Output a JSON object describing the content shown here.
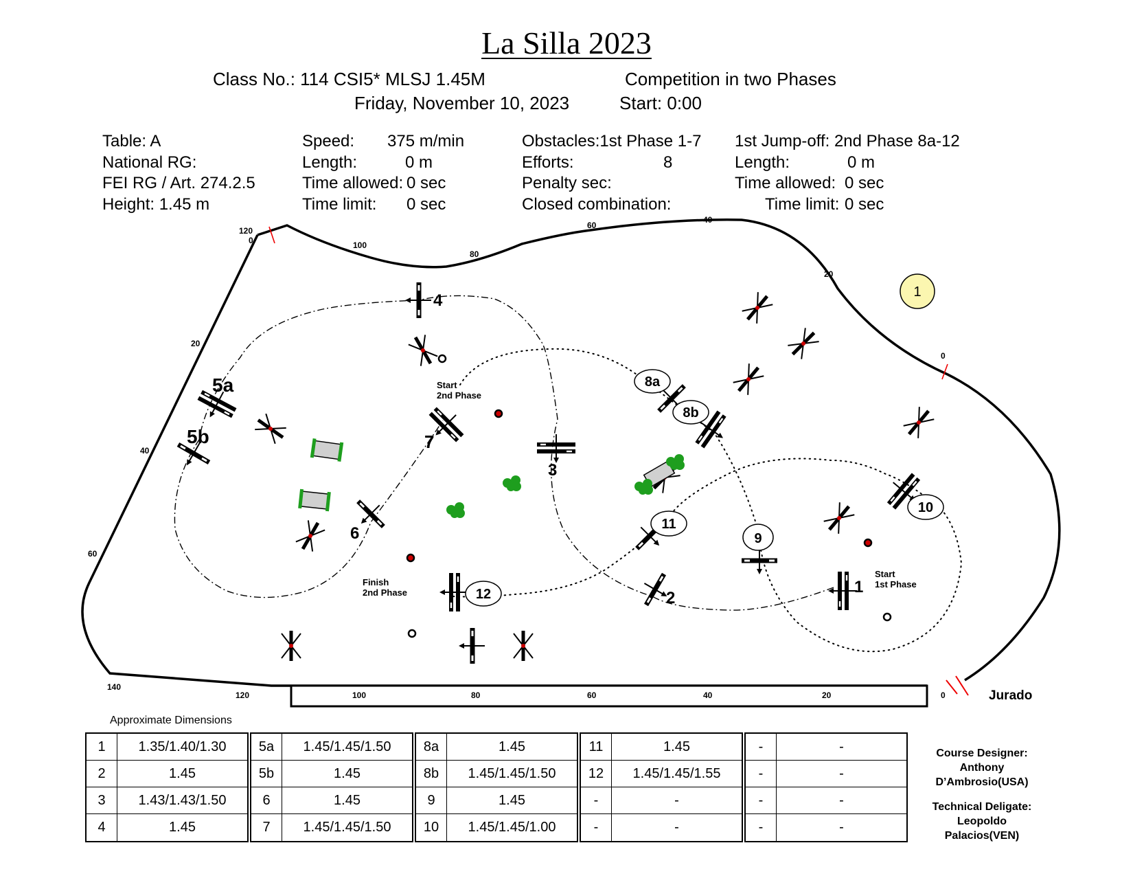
{
  "title": "La Silla 2023",
  "header": {
    "class_line": "Class No.: 114  CSI5* MLSJ 1.45M",
    "competition": "Competition in two Phases",
    "date": "Friday, November 10, 2023",
    "start": "Start: 0:00"
  },
  "info": {
    "col1": [
      "Table: A",
      "National RG:",
      "FEI RG / Art. 274.2.5",
      "Height: 1.45 m"
    ],
    "col2": [
      {
        "label": "Speed:",
        "value": "375 m/min"
      },
      {
        "label": "Length:",
        "value": "0 m"
      },
      {
        "label": "Time allowed:",
        "value": "0 sec"
      },
      {
        "label": "Time limit:",
        "value": "0 sec"
      }
    ],
    "col3": [
      {
        "label": "Obstacles:1st Phase 1-7",
        "value": ""
      },
      {
        "label": "Efforts:",
        "value": "8"
      },
      {
        "label": "Penalty sec:",
        "value": ""
      },
      {
        "label": "Closed combination:",
        "value": ""
      }
    ],
    "col4": [
      {
        "label": "1st Jump-off: 2nd Phase 8a-12",
        "value": ""
      },
      {
        "label": "Length:",
        "value": "0 m"
      },
      {
        "label": "Time allowed:",
        "value": "0 sec"
      },
      {
        "label": "Time limit:",
        "value": "0 sec"
      }
    ]
  },
  "map": {
    "top_scale": [
      "120",
      "0",
      "100",
      "80",
      "60",
      "40",
      "20",
      "0"
    ],
    "left_scale": [
      "20",
      "40",
      "60"
    ],
    "bottom_scale": [
      "140",
      "120",
      "100",
      "80",
      "60",
      "40",
      "20",
      "0"
    ],
    "jury": "Jurado",
    "marker": "1",
    "obstacle_labels": [
      "1",
      "2",
      "3",
      "4",
      "5a",
      "5b",
      "6",
      "7"
    ],
    "circled_labels": [
      "8a",
      "8b",
      "9",
      "10",
      "11",
      "12"
    ],
    "start1": [
      "Start",
      "1st Phase"
    ],
    "start2": [
      "Start",
      "2nd Phase"
    ],
    "finish2": [
      "Finish",
      "2nd Phase"
    ]
  },
  "dimensions_label": "Approximate Dimensions",
  "dimensions": [
    [
      [
        "1",
        "1.35/1.40/1.30"
      ],
      [
        "2",
        "1.45"
      ],
      [
        "3",
        "1.43/1.43/1.50"
      ],
      [
        "4",
        "1.45"
      ]
    ],
    [
      [
        "5a",
        "1.45/1.45/1.50"
      ],
      [
        "5b",
        "1.45"
      ],
      [
        "6",
        "1.45"
      ],
      [
        "7",
        "1.45/1.45/1.50"
      ]
    ],
    [
      [
        "8a",
        "1.45"
      ],
      [
        "8b",
        "1.45/1.45/1.50"
      ],
      [
        "9",
        "1.45"
      ],
      [
        "10",
        "1.45/1.45/1.00"
      ]
    ],
    [
      [
        "11",
        "1.45"
      ],
      [
        "12",
        "1.45/1.45/1.55"
      ],
      [
        "-",
        "-"
      ],
      [
        "-",
        "-"
      ]
    ],
    [
      [
        "-",
        "-"
      ],
      [
        "-",
        "-"
      ],
      [
        "-",
        "-"
      ],
      [
        "-",
        "-"
      ]
    ]
  ],
  "credits": {
    "designer_title": "Course Designer:",
    "designer_name": "Anthony",
    "designer_surname": "D’Ambrosio(USA)",
    "delegate_title": "Technical Deligate:",
    "delegate_name": "Leopoldo",
    "delegate_surname": "Palacios(VEN)"
  }
}
